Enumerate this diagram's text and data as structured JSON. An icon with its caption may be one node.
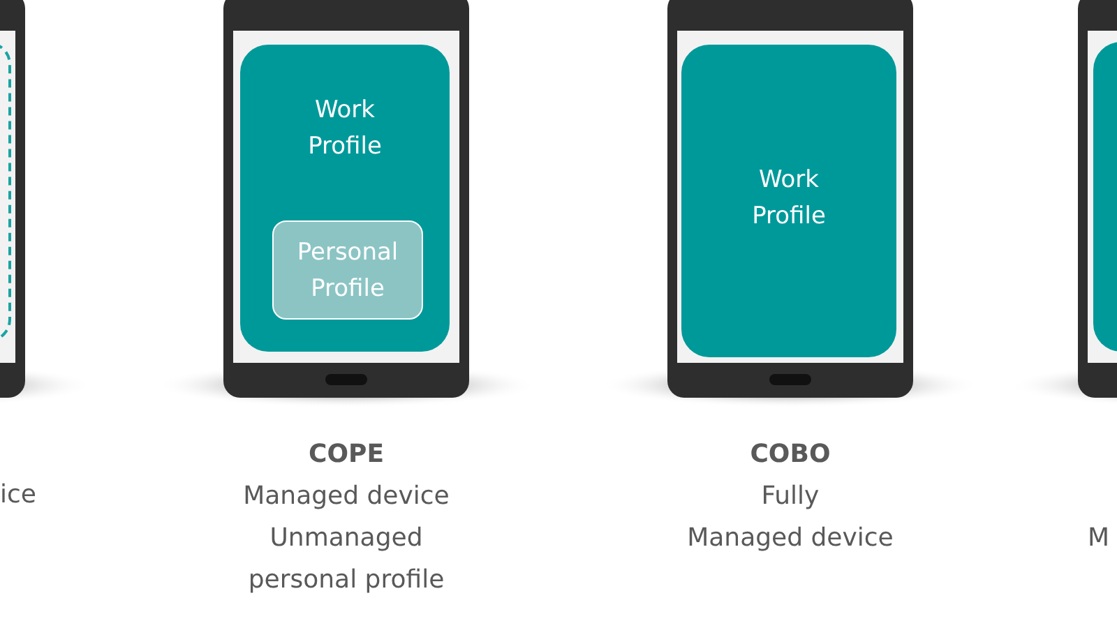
{
  "diagram": {
    "nodes": [
      {
        "text": [],
        "shape": "box"
      },
      {
        "text": [
          "Work Profile"
        ]
      },
      {
        "text": [
          "Personal Profile"
        ],
        "in": 1
      },
      {
        "text": [
          "Work Profile"
        ]
      },
      {
        "text": [],
        "shape": "box"
      }
    ],
    "edges": [],
    "labels": [
      "ice",
      "COPE",
      "Managed device",
      "Unmanaged personal profile",
      "COBO",
      "Fully",
      "Managed device",
      "M"
    ]
  }
}
